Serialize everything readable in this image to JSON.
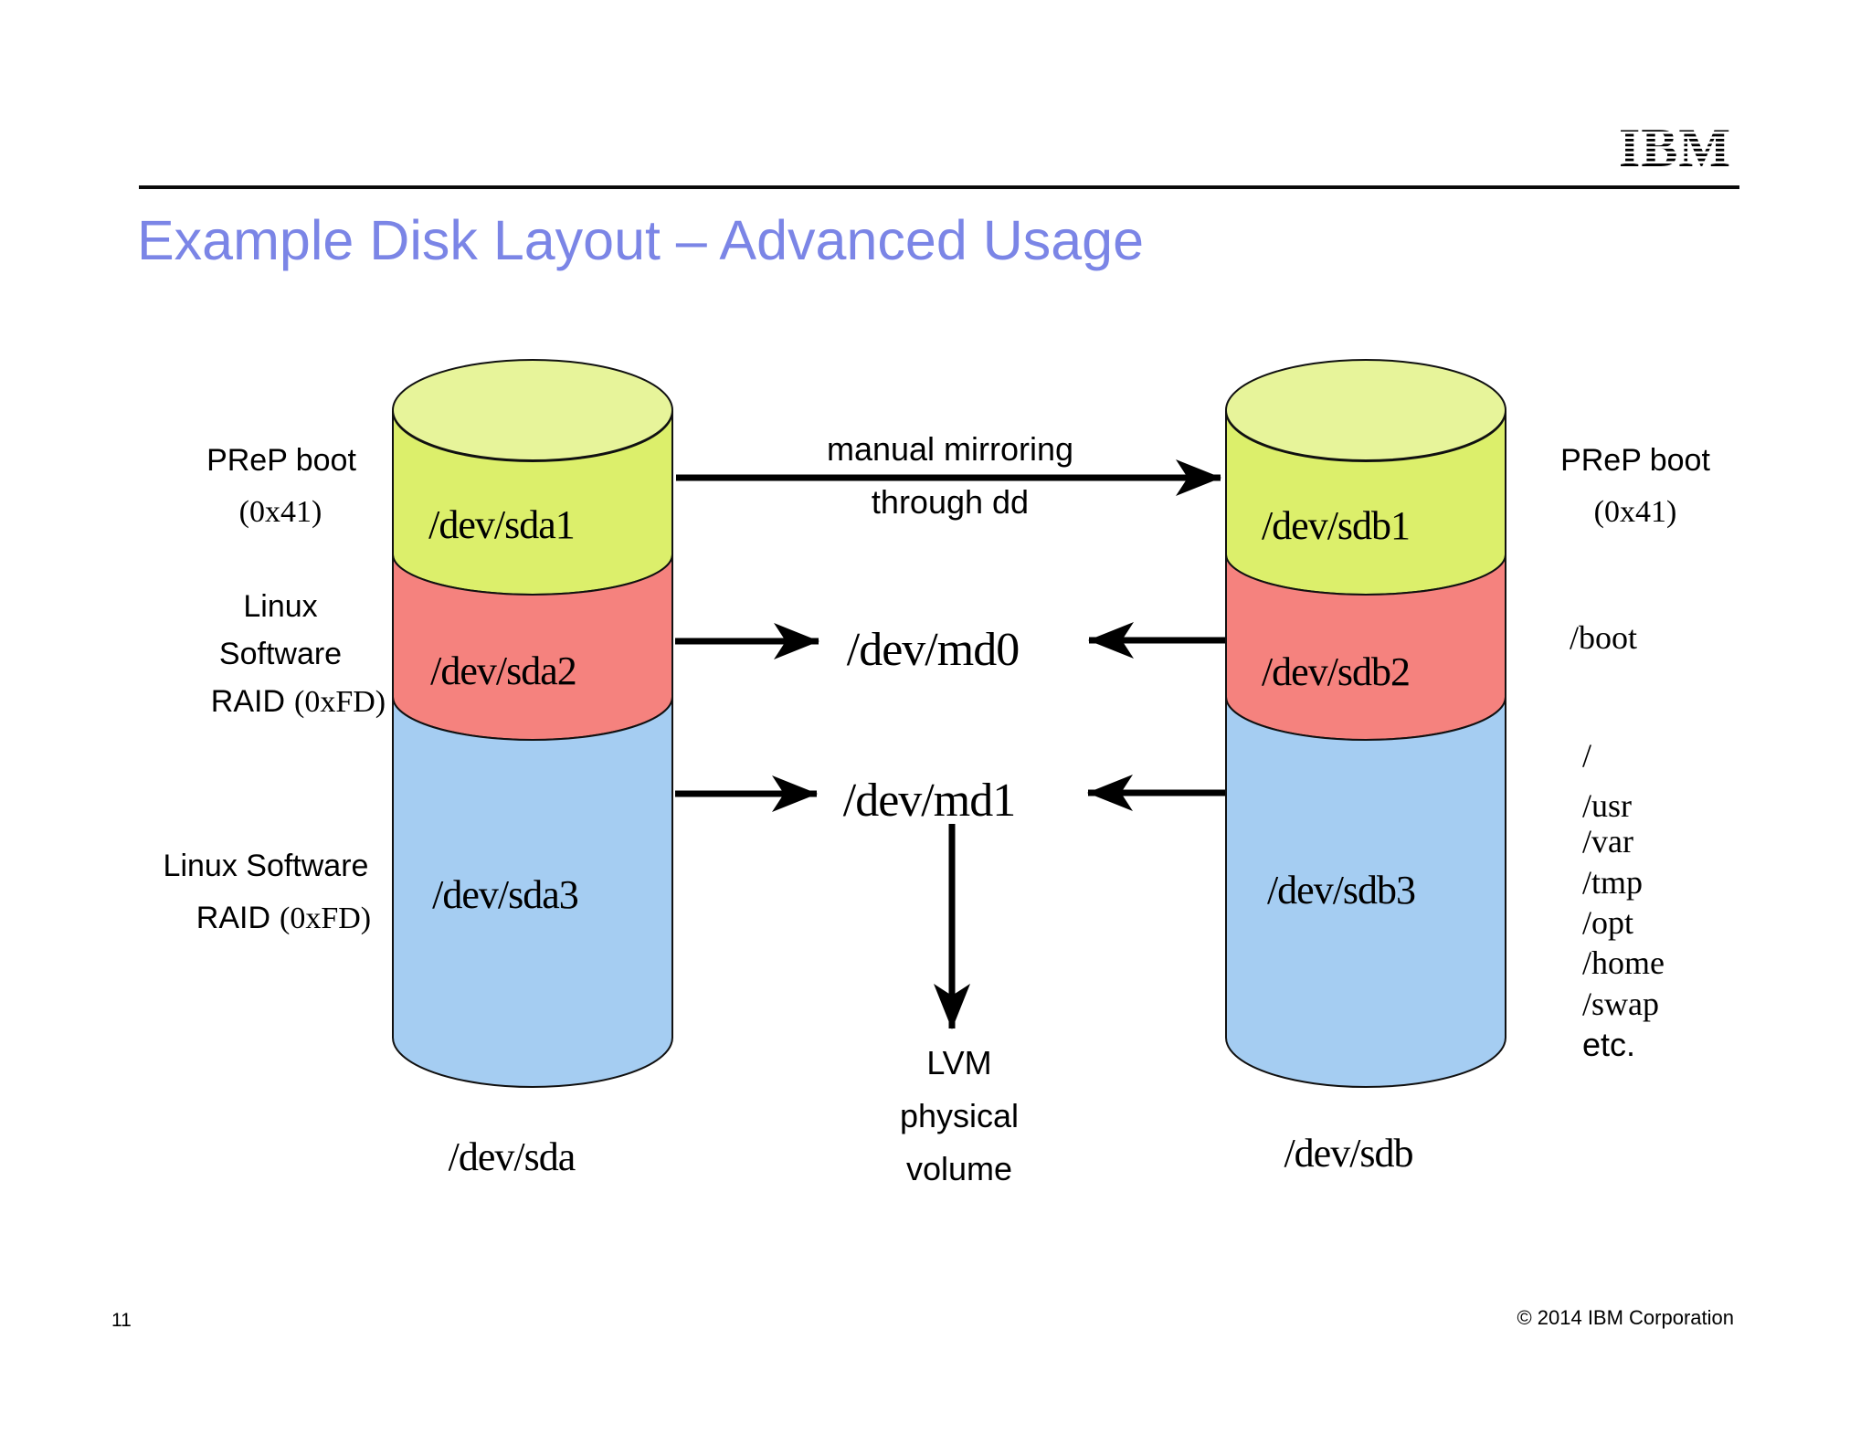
{
  "header": {
    "title": "Example Disk Layout – Advanced Usage",
    "logo_text": "IBM"
  },
  "footer": {
    "page_number": "11",
    "copyright": "© 2014 IBM Corporation"
  },
  "colors": {
    "title_text": "#7B85E6",
    "logo_blue": "#5E6BC4",
    "partition_top": "#E7F49A",
    "partition_yellow": "#DCEF6B",
    "partition_red": "#F5827E",
    "partition_blue": "#A5CDF2",
    "outline": "#111111",
    "arrow": "#000000"
  },
  "left_disk": {
    "device": "/dev/sda",
    "partitions": [
      "/dev/sda1",
      "/dev/sda2",
      "/dev/sda3"
    ]
  },
  "right_disk": {
    "device": "/dev/sdb",
    "partitions": [
      "/dev/sdb1",
      "/dev/sdb2",
      "/dev/sdb3"
    ]
  },
  "left_labels": {
    "prep_boot": "PReP boot",
    "prep_code": "(0x41)",
    "raid1_line1": "Linux",
    "raid1_line2": "Software",
    "raid1_raid": "RAID",
    "raid1_code": "(0xFD)",
    "raid2_line1": "Linux Software",
    "raid2_raid": "RAID",
    "raid2_code": "(0xFD)"
  },
  "right_labels": {
    "prep_boot": "PReP boot",
    "prep_code": "(0x41)",
    "boot_mount": "/boot",
    "mounts": [
      "/",
      "/usr",
      "/var",
      "/tmp",
      "/opt",
      "/home",
      "/swap",
      "etc."
    ]
  },
  "center": {
    "mirror_line1": "manual mirroring",
    "mirror_line2": "through dd",
    "md0": "/dev/md0",
    "md1": "/dev/md1",
    "lvm_line1": "LVM",
    "lvm_line2": "physical",
    "lvm_line3": "volume"
  }
}
